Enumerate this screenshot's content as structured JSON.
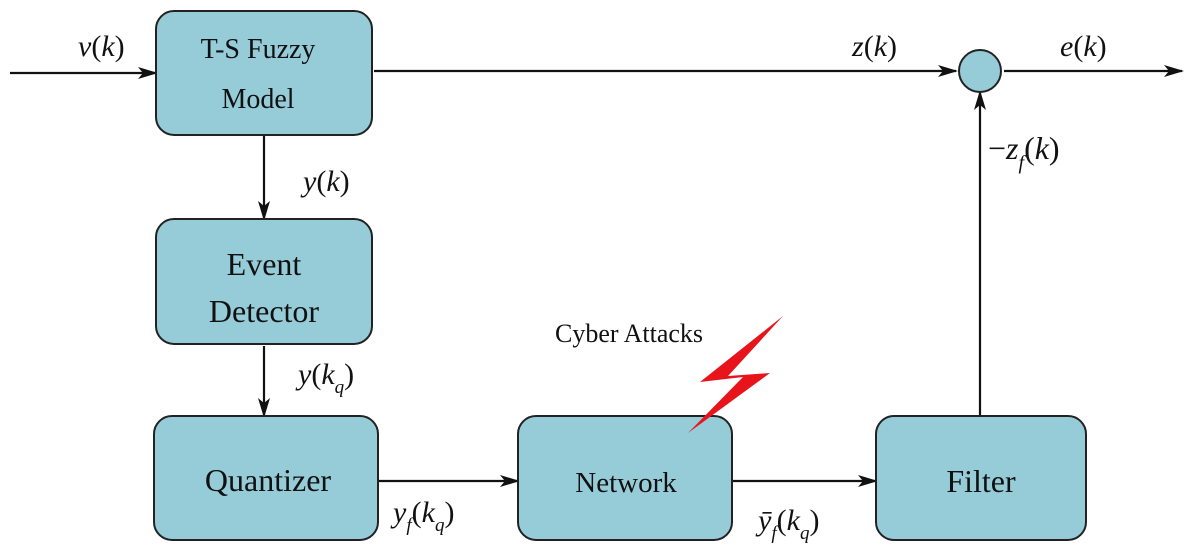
{
  "blocks": {
    "ts_fuzzy_line1": "T-S Fuzzy",
    "ts_fuzzy_line2": "Model",
    "event_line1": "Event",
    "event_line2": "Detector",
    "quantizer": "Quantizer",
    "network": "Network",
    "filter": "Filter"
  },
  "signals": {
    "v_k": "v(k)",
    "z_k": "z(k)",
    "e_k": "e(k)",
    "minus_zf_k": "−z_f(k)",
    "y_k": "y(k)",
    "y_kq": "y(k_q)",
    "yf_kq": "y_f(k_q)",
    "ybar_f_kq": "ȳ_f(k_q)"
  },
  "annotations": {
    "cyber_attacks": "Cyber Attacks"
  },
  "colors": {
    "block_fill": "#96CCD8",
    "lightning": "#E8141C",
    "stroke": "#111111"
  }
}
